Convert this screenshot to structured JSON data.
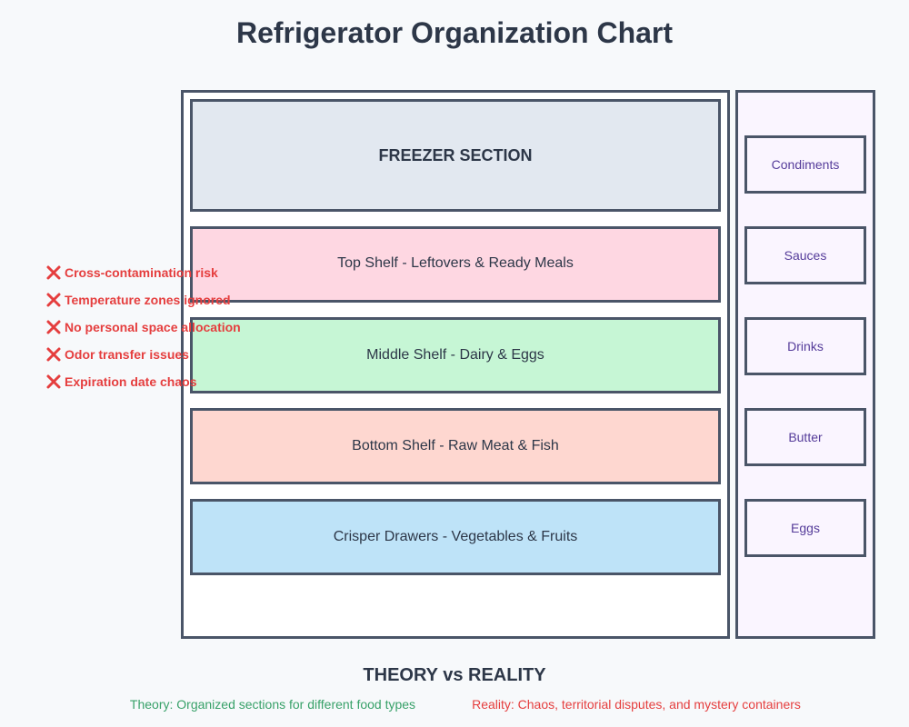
{
  "title": "Refrigerator Organization Chart",
  "fridge": {
    "freezer": "FREEZER SECTION",
    "shelves": [
      "Top Shelf - Leftovers & Ready Meals",
      "Middle Shelf - Dairy & Eggs",
      "Bottom Shelf - Raw Meat & Fish",
      "Crisper Drawers - Vegetables & Fruits"
    ]
  },
  "door": {
    "bins": [
      "Condiments",
      "Sauces",
      "Drinks",
      "Butter",
      "Eggs"
    ]
  },
  "issues": [
    "Cross-contamination risk",
    "Temperature zones ignored",
    "No personal space allocation",
    "Odor transfer issues",
    "Expiration date chaos"
  ],
  "footer": {
    "heading": "THEORY vs REALITY",
    "theory": "Theory: Organized sections for different food types",
    "reality": "Reality: Chaos, territorial disputes, and mystery containers"
  },
  "colors": {
    "freezer": "#e2e8f0",
    "top_shelf": "#fed7e2",
    "middle_shelf": "#c6f6d5",
    "bottom_shelf": "#fed7d0",
    "crisper": "#bee3f8",
    "door": "#faf5ff",
    "issue_red": "#e53e3e",
    "theory_green": "#38a169"
  }
}
